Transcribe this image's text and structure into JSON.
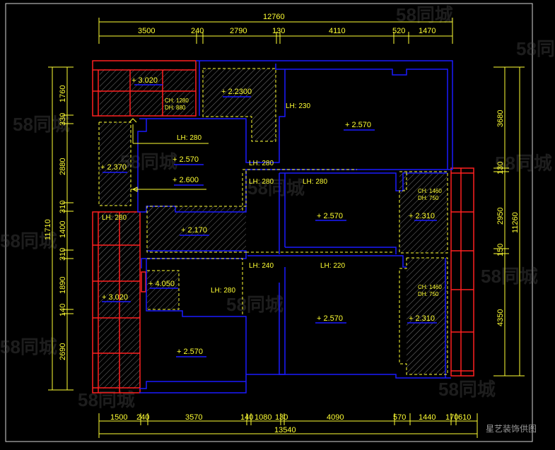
{
  "top_dims": {
    "total": "12760",
    "segments": [
      "3500",
      "240",
      "2790",
      "130",
      "4110",
      "520",
      "1470"
    ]
  },
  "bottom_dims": {
    "total": "13540",
    "segments": [
      "1500",
      "240",
      "3570",
      "140",
      "1080",
      "130",
      "4090",
      "570",
      "1440",
      "170",
      "610"
    ]
  },
  "left_dims": {
    "total": "11710",
    "segments": [
      "1760",
      "330",
      "2880",
      "310",
      "1400",
      "310",
      "1890",
      "140",
      "2690"
    ]
  },
  "right_dims": {
    "total": "11260",
    "segments": [
      "3680",
      "130",
      "2950",
      "150",
      "4350"
    ]
  },
  "levels": {
    "a": "+ 3.020",
    "b": "+ 2.2300",
    "c": "+ 2.570",
    "d": "+ 2.370",
    "e": "+ 2.570",
    "f": "+ 2.600",
    "g": "+ 2.570",
    "h": "+ 2.310",
    "i": "+ 2.170",
    "j": "+ 4.050",
    "k": "+ 3.020",
    "l": "+ 2.570",
    "m": "+ 2.310",
    "n": "+ 2.570"
  },
  "line_heights": {
    "lh230": "LH: 230",
    "lh280a": "LH: 280",
    "lh280b": "LH: 280",
    "lh280c": "LH: 280",
    "lh280d": "LH: 280",
    "lh280e": "LH: 280",
    "lh280f": "LH: 280",
    "lh240": "LH: 240",
    "lh220": "LH: 220"
  },
  "window_tags": {
    "w1_ch": "CH: 1280",
    "w1_dh": "DH: 880",
    "w2_ch": "CH: 1460",
    "w2_dh": "DH: 750",
    "w3_ch": "CH: 1460",
    "w3_dh": "DH: 750"
  },
  "watermark": "58同城",
  "credit": "星艺装饰供图",
  "colors": {
    "dim": "#ffff33",
    "wall": "#1a1aff",
    "window": "#ff2020",
    "hatch": "#888888",
    "frame": "#ffffff"
  }
}
